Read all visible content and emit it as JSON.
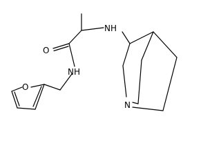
{
  "molecule": {
    "atoms": {
      "amide_oxygen": "O",
      "amine_nh": "NH",
      "amide_nh": "NH",
      "quinuclidine_n": "N",
      "furan_o": "O"
    }
  },
  "colors": {
    "bond": "#000000",
    "background": "#ffffff"
  }
}
